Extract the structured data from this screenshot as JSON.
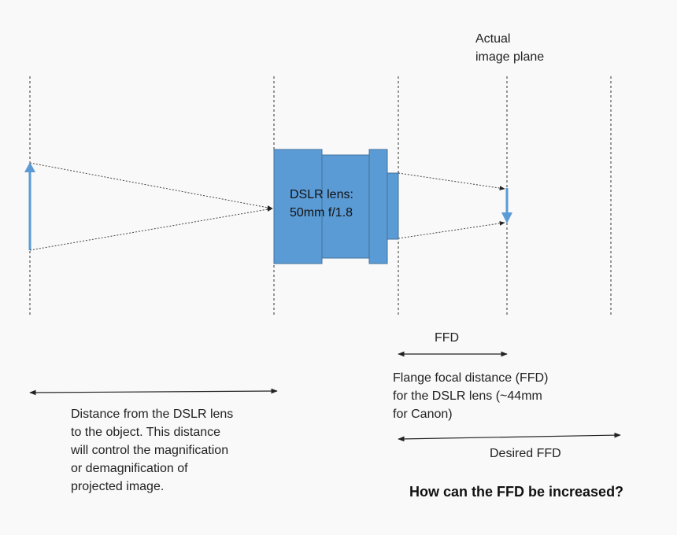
{
  "labels": {
    "image_plane": "Actual\nimage plane",
    "lens": "DSLR lens:\n50mm f/1.8",
    "ffd": "FFD",
    "ffd_desc": "Flange focal distance (FFD)\nfor the DSLR lens (~44mm\nfor Canon)",
    "desired_ffd": "Desired FFD",
    "object_distance": "Distance from the DSLR lens\nto the object. This distance\nwill control the magnification\nor demagnification of\nprojected image.",
    "question": "How can the FFD be increased?"
  },
  "colors": {
    "lens_fill": "#5b9bd5",
    "lens_stroke": "#41719c",
    "arrow": "#5b9bd5",
    "line": "#222222",
    "background": "#f9f9f9"
  }
}
